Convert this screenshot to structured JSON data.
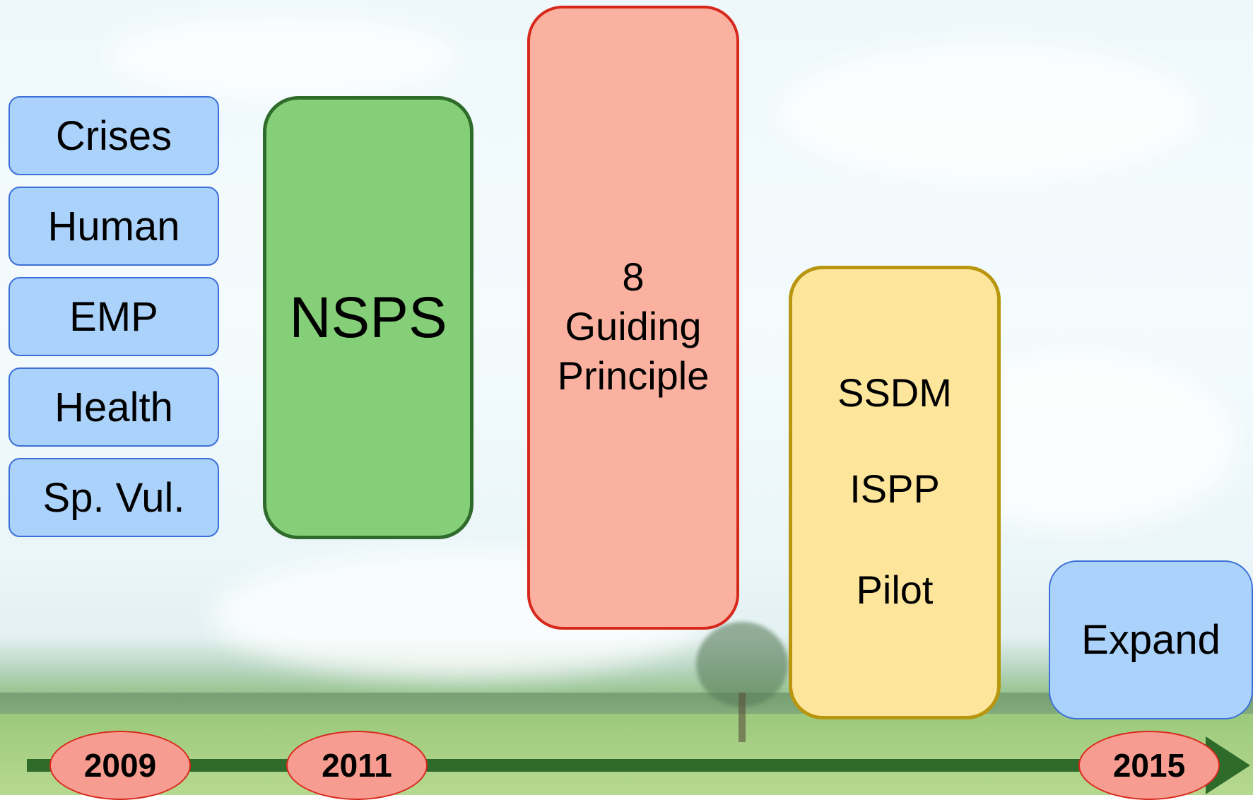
{
  "early_items": [
    "Crises",
    "Human",
    "EMP",
    "Health",
    "Sp. Vul."
  ],
  "nsps": "NSPS",
  "guiding": {
    "line1": "8",
    "line2": "Guiding",
    "line3": "Principle"
  },
  "implementation": [
    "SSDM",
    "ISPP",
    "Pilot"
  ],
  "expand": "Expand",
  "timeline": {
    "years": [
      "2009",
      "2011",
      "2015"
    ]
  },
  "colors": {
    "blue_fill": "#aad2fb",
    "green_fill": "#85cf78",
    "red_fill": "#fbb1a0",
    "yellow_fill": "#fde59b",
    "axis": "#2e6a29",
    "year_fill": "#f79c90"
  }
}
